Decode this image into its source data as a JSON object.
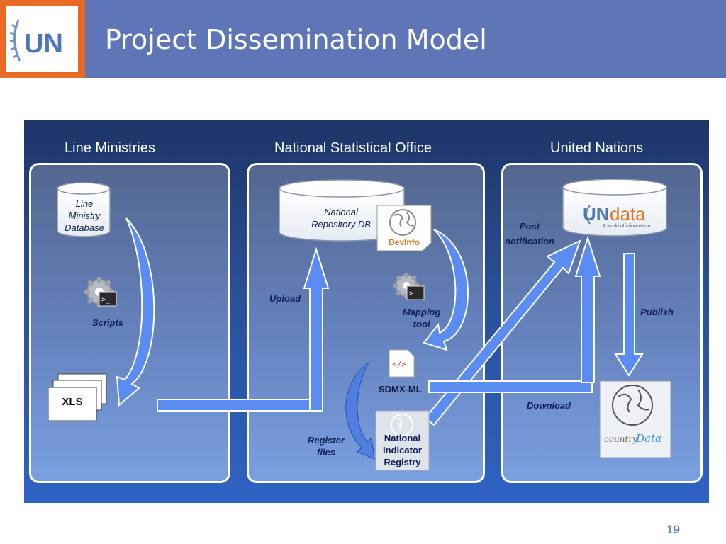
{
  "header": {
    "title": "Project Dissemination Model",
    "logo_text": "UN"
  },
  "columns": [
    {
      "title": "Line Ministries"
    },
    {
      "title": "National Statistical Office"
    },
    {
      "title": "United Nations"
    }
  ],
  "nodes": {
    "line_ministry_db": "Line\nMinistry\nDatabase",
    "scripts": "Scripts",
    "xls": "XLS",
    "national_repository_db": "National\nRepository DB",
    "devinfo": "DevInfo",
    "mapping_tool": "Mapping\ntool",
    "sdmx_ml": "SDMX-ML",
    "national_indicator_registry": "National\nIndicator\nRegistry",
    "undata_logo": "UNdata",
    "undata_tagline": "A world of information",
    "countrydata_country": "country",
    "countrydata_data": "Data"
  },
  "flow_labels": {
    "upload": "Upload",
    "register_files": "Register\nfiles",
    "post_notification": "Post\nnotification",
    "publish": "Publish",
    "download": "Download"
  },
  "colors": {
    "header": "#5e76b8",
    "logo": "#e96a25",
    "arrow": "#5a8cf2",
    "label": "#0f1f5a",
    "devinfo": "#e8731e"
  },
  "icons": [
    "gear-icon",
    "terminal-icon",
    "globe-icon",
    "code-file-icon",
    "database-icon"
  ],
  "page_number": "19"
}
